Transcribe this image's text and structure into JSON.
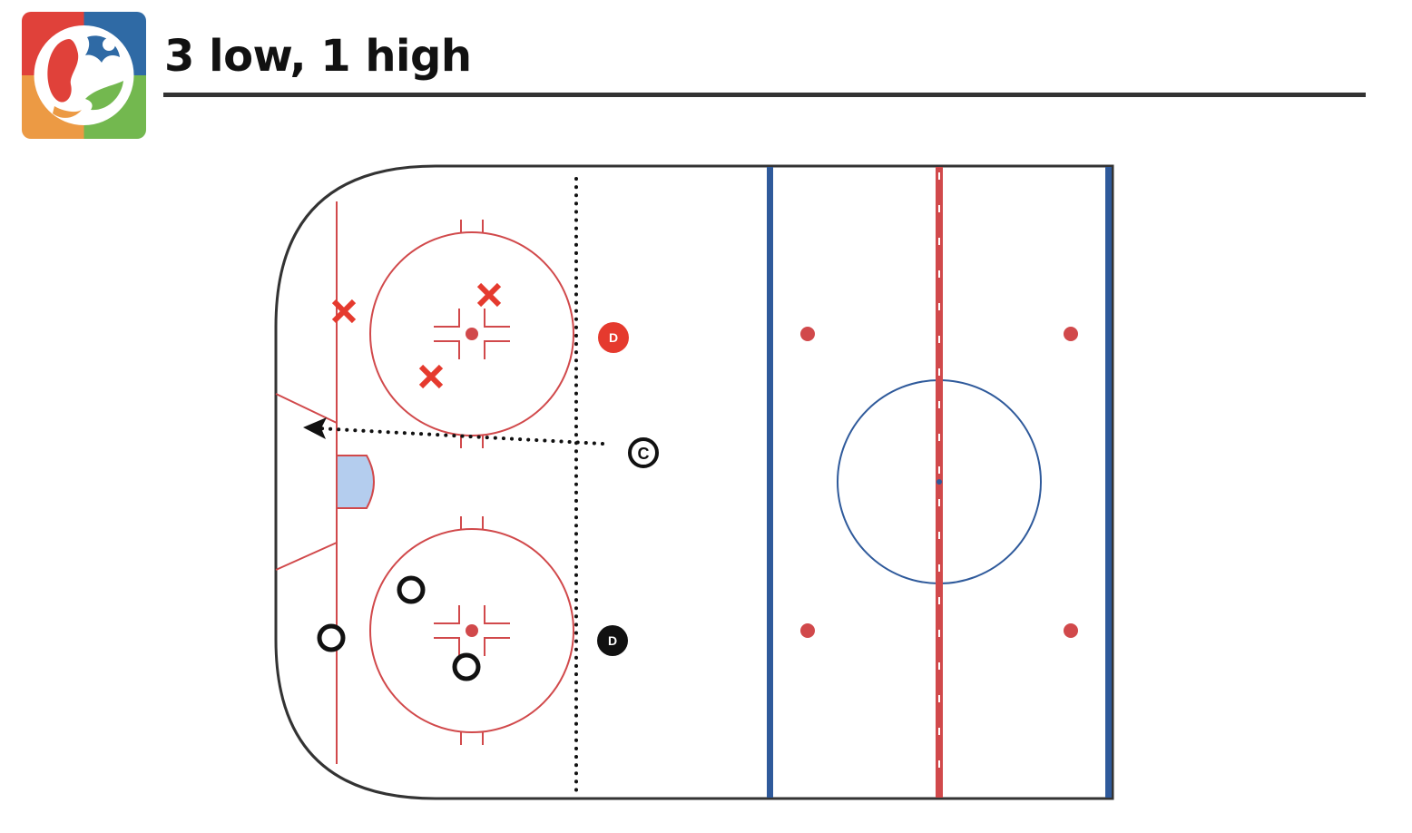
{
  "header": {
    "title": "3 low, 1 high"
  },
  "logo": {
    "icon": "hockey-player-logo-icon",
    "colors": {
      "red": "#e0413a",
      "blue": "#2f6aa5",
      "orange": "#ec9a44",
      "green": "#73b84f"
    }
  },
  "rink": {
    "colors": {
      "red_line": "#d1494b",
      "blue_line": "#2f5a9b",
      "board": "#333333",
      "crease": "#b4cdee"
    },
    "players": {
      "team_red_marker": "X",
      "team_black_marker": "O",
      "red_defense_label": "D",
      "black_defense_label": "D",
      "coach_label": "C"
    }
  }
}
